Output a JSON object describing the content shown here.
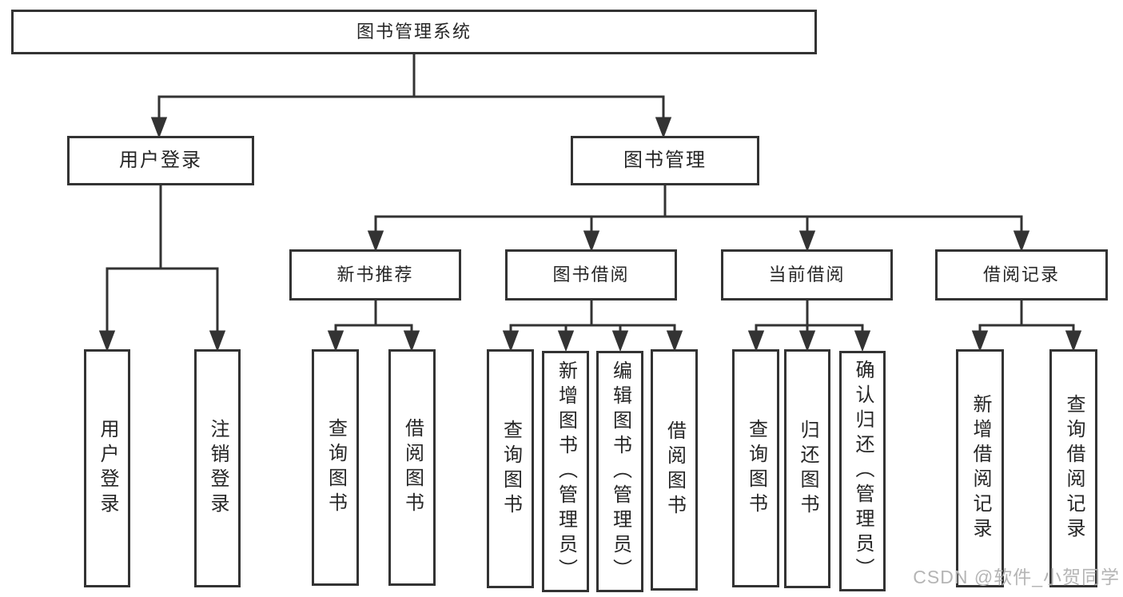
{
  "diagram": {
    "root": {
      "label": "图书管理系统"
    },
    "branches": [
      {
        "label": "用户登录",
        "children": [
          {
            "label": "用户登录"
          },
          {
            "label": "注销登录"
          }
        ]
      },
      {
        "label": "图书管理",
        "children": [
          {
            "label": "新书推荐",
            "children": [
              {
                "label": "查询图书"
              },
              {
                "label": "借阅图书"
              }
            ]
          },
          {
            "label": "图书借阅",
            "children": [
              {
                "label": "查询图书"
              },
              {
                "label": "新增图书（管理员）"
              },
              {
                "label": "编辑图书（管理员）"
              },
              {
                "label": "借阅图书"
              }
            ]
          },
          {
            "label": "当前借阅",
            "children": [
              {
                "label": "查询图书"
              },
              {
                "label": "归还图书"
              },
              {
                "label": "确认归还（管理员）"
              }
            ]
          },
          {
            "label": "借阅记录",
            "children": [
              {
                "label": "新增借阅记录"
              },
              {
                "label": "查询借阅记录"
              }
            ]
          }
        ]
      }
    ]
  },
  "watermark": {
    "text": "CSDN @软件_小贺同学",
    "color": "#b5b5b5"
  },
  "colors": {
    "line": "#333333",
    "text": "#262626",
    "background": "#ffffff"
  }
}
